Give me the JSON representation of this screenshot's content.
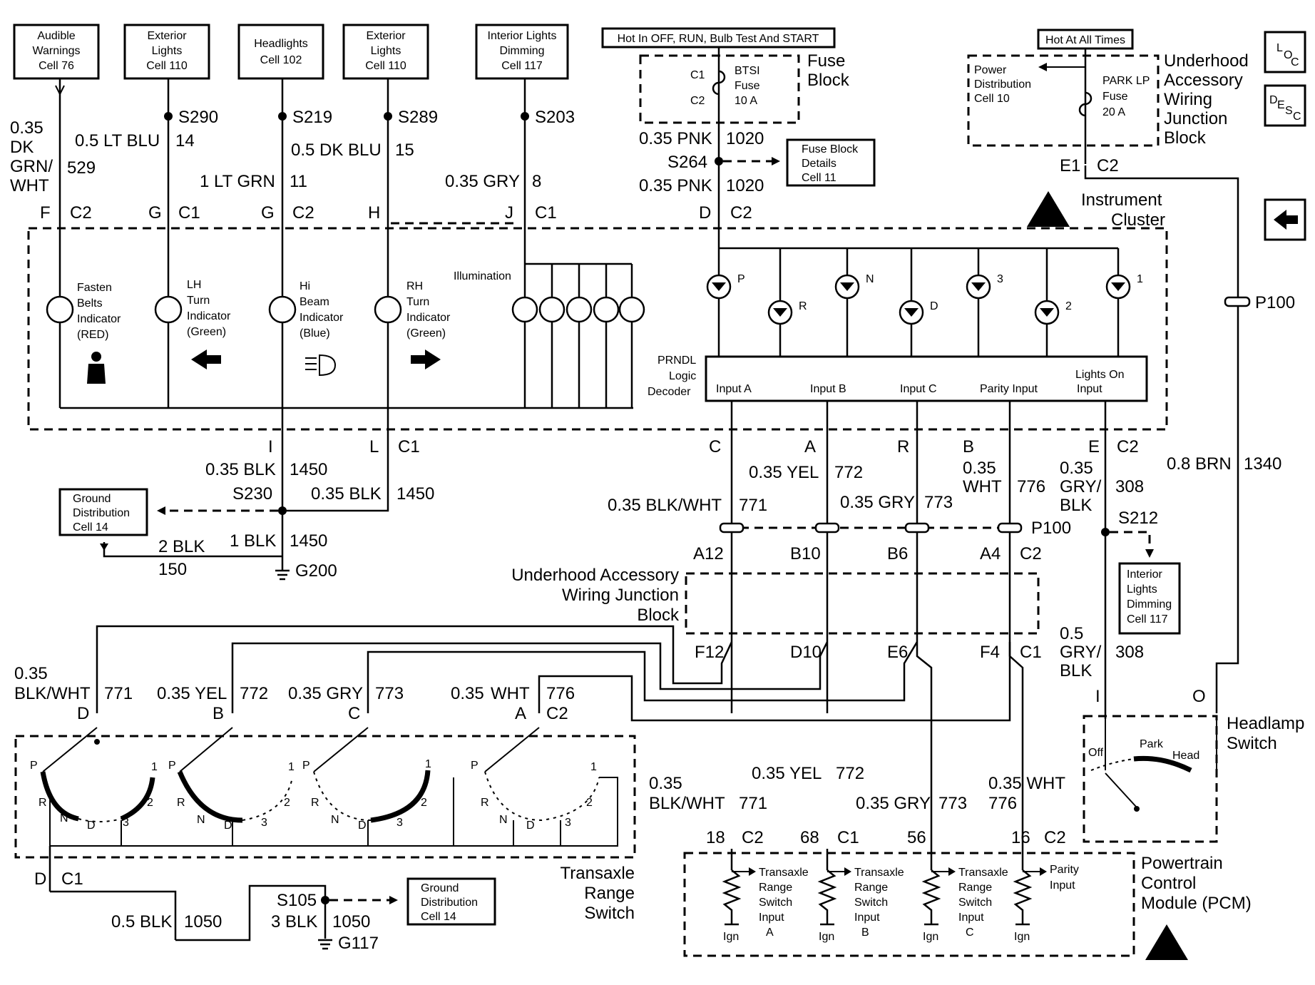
{
  "ref_boxes": {
    "audible": [
      "Audible",
      "Warnings",
      "Cell 76"
    ],
    "ext_lights_1": [
      "Exterior",
      "Lights",
      "Cell 110"
    ],
    "headlights": [
      "Headlights",
      "Cell 102"
    ],
    "ext_lights_2": [
      "Exterior",
      "Lights",
      "Cell 110"
    ],
    "int_dimming_top": [
      "Interior Lights",
      "Dimming",
      "Cell 117"
    ],
    "hot_run": "Hot In OFF, RUN, Bulb Test And START",
    "hot_all": "Hot At All Times",
    "fuse_details": [
      "Fuse Block",
      "Details",
      "Cell 11"
    ],
    "ground_dist_1": [
      "Ground",
      "Distribution",
      "Cell 14"
    ],
    "int_dimming_right": [
      "Interior",
      "Lights",
      "Dimming",
      "Cell 117"
    ],
    "ground_dist_2": [
      "Ground",
      "Distribution",
      "Cell 14"
    ]
  },
  "splices": {
    "s290": "S290",
    "s219": "S219",
    "s289": "S289",
    "s203": "S203",
    "s264": "S264",
    "s230": "S230",
    "s212": "S212",
    "s105": "S105",
    "p100_right": "P100",
    "p100_mid": "P100",
    "g200": "G200",
    "g117": "G117"
  },
  "wires": {
    "w529": [
      "0.35",
      "DK",
      "GRN/",
      "WHT",
      "529"
    ],
    "w14": [
      "0.5 LT BLU",
      "14"
    ],
    "w11": [
      "1 LT GRN",
      "11"
    ],
    "w15": [
      "0.5 DK BLU",
      "15"
    ],
    "w8": [
      "0.35 GRY",
      "8"
    ],
    "w1020a": [
      "0.35 PNK",
      "1020"
    ],
    "w1020b": [
      "0.35 PNK",
      "1020"
    ],
    "w1450a": [
      "0.35 BLK",
      "1450"
    ],
    "w1450b": [
      "0.35 BLK",
      "1450"
    ],
    "w1450c": [
      "1 BLK",
      "1450"
    ],
    "w150": [
      "2 BLK",
      "150"
    ],
    "w771a": [
      "0.35 BLK/WHT",
      "771"
    ],
    "w772a": [
      "0.35 YEL",
      "772"
    ],
    "w773a": [
      "0.35 GRY",
      "773"
    ],
    "w776a": [
      "0.35",
      "WHT",
      "776"
    ],
    "w308a": [
      "0.35",
      "GRY/",
      "BLK",
      "308"
    ],
    "w1340": [
      "0.8 BRN",
      "1340"
    ],
    "w308b": [
      "0.5",
      "GRY/",
      "BLK",
      "308"
    ],
    "w771b": [
      "0.35",
      "BLK/WHT",
      "771"
    ],
    "w772b": [
      "0.35 YEL",
      "772"
    ],
    "w773b": [
      "0.35 GRY",
      "773"
    ],
    "w776b": [
      "0.35 WHT",
      "776"
    ],
    "w771c": [
      "0.35",
      "BLK/WHT",
      "771"
    ],
    "w772c": [
      "0.35 YEL",
      "772"
    ],
    "w773c": [
      "0.35 GRY",
      "773"
    ],
    "w776c": [
      "0.35",
      "WHT",
      "776"
    ],
    "w1050a": [
      "0.5 BLK",
      "1050"
    ],
    "w1050b": [
      "3 BLK",
      "1050"
    ]
  },
  "connectors": {
    "top": [
      {
        "pin": "F",
        "conn": "C2"
      },
      {
        "pin": "G",
        "conn": "C1"
      },
      {
        "pin": "G",
        "conn": "C2"
      },
      {
        "pin": "H",
        "conn": ""
      },
      {
        "pin": "J",
        "conn": "C1"
      },
      {
        "pin": "D",
        "conn": "C2"
      }
    ],
    "e1": {
      "pin": "E1",
      "conn": "C2"
    },
    "cluster_bottom_left": [
      {
        "pin": "I",
        "conn": ""
      },
      {
        "pin": "L",
        "conn": "C1"
      }
    ],
    "cluster_bottom_right": [
      {
        "pin": "C",
        "conn": ""
      },
      {
        "pin": "A",
        "conn": ""
      },
      {
        "pin": "R",
        "conn": ""
      },
      {
        "pin": "B",
        "conn": ""
      },
      {
        "pin": "E",
        "conn": "C2"
      }
    ],
    "p100_pins": [
      "A12",
      "B10",
      "B6",
      "A4",
      "C2"
    ],
    "ujb_pins": [
      "F12",
      "D10",
      "E6",
      "F4",
      "C1"
    ],
    "trs_pins": [
      {
        "pin": "D",
        "conn": ""
      },
      {
        "pin": "B",
        "conn": ""
      },
      {
        "pin": "C",
        "conn": ""
      },
      {
        "pin": "A",
        "conn": "C2"
      }
    ],
    "trs_bottom": {
      "pin": "D",
      "conn": "C1"
    },
    "pcm_pins": [
      {
        "pin": "18",
        "conn": "C2"
      },
      {
        "pin": "68",
        "conn": "C1"
      },
      {
        "pin": "56",
        "conn": ""
      },
      {
        "pin": "16",
        "conn": "C2"
      }
    ],
    "headlamp_pins": [
      "I",
      "O"
    ]
  },
  "components": {
    "fuse_block": [
      "Fuse",
      "Block"
    ],
    "btsi_fuse": [
      "BTSI",
      "Fuse",
      "10 A"
    ],
    "btsi_c1": "C1",
    "btsi_c2": "C2",
    "underhood_block": [
      "Underhood",
      "Accessory",
      "Wiring",
      "Junction",
      "Block"
    ],
    "power_dist": [
      "Power",
      "Distribution",
      "Cell 10"
    ],
    "park_fuse": [
      "PARK LP",
      "Fuse",
      "20 A"
    ],
    "instrument_cluster": [
      "Instrument",
      "Cluster"
    ],
    "indicators": [
      [
        "Fasten",
        "Belts",
        "Indicator",
        "(RED)"
      ],
      [
        "LH",
        "Turn",
        "Indicator",
        "(Green)"
      ],
      [
        "Hi",
        "Beam",
        "Indicator",
        "(Blue)"
      ],
      [
        "RH",
        "Turn",
        "Indicator",
        "(Green)"
      ]
    ],
    "illumination": "Illumination",
    "leds": [
      "P",
      "R",
      "N",
      "D",
      "3",
      "2",
      "1"
    ],
    "decoder": [
      "PRNDL",
      "Logic",
      "Decoder"
    ],
    "decoder_inputs": [
      "Input A",
      "Input B",
      "Input C",
      "Parity Input",
      "Lights On",
      "Input"
    ],
    "ujb_mid": [
      "Underhood Accessory",
      "Wiring Junction",
      "Block"
    ],
    "headlamp": [
      "Headlamp",
      "Switch"
    ],
    "headlamp_positions": [
      "Off",
      "Park",
      "Head"
    ],
    "trs": [
      "Transaxle",
      "Range",
      "Switch"
    ],
    "trs_positions": [
      "P",
      "R",
      "N",
      "D",
      "3",
      "2",
      "1"
    ],
    "pcm": [
      "Powertrain",
      "Control",
      "Module (PCM)"
    ],
    "pcm_inputs": [
      [
        "Transaxle",
        "Range",
        "Switch",
        "Input",
        "A"
      ],
      [
        "Transaxle",
        "Range",
        "Switch",
        "Input",
        "B"
      ],
      [
        "Transaxle",
        "Range",
        "Switch",
        "Input",
        "C"
      ],
      [
        "Parity",
        "Input"
      ]
    ],
    "ign": "Ign"
  },
  "side_icons": {
    "loc": [
      "L",
      "O",
      "C"
    ],
    "desc": [
      "D",
      "E",
      "S",
      "C"
    ]
  }
}
